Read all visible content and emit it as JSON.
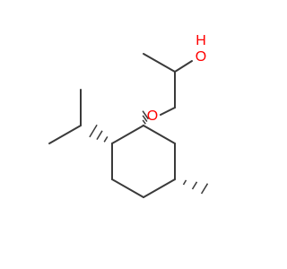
{
  "molecule": {
    "atoms": {
      "hydroxyl_oxygen": {
        "symbol": "O",
        "color": "#ff0000"
      },
      "hydroxyl_hydrogen": {
        "symbol": "H",
        "color": "#ff0000"
      },
      "ether_oxygen": {
        "symbol": "O",
        "color": "#ff0000"
      }
    },
    "bond_color": "#3a3a3a",
    "stereo_wedges": [
      "ring-c1-to-ether-o",
      "ring-c2-to-isopropyl",
      "ring-c5-to-methyl"
    ]
  }
}
